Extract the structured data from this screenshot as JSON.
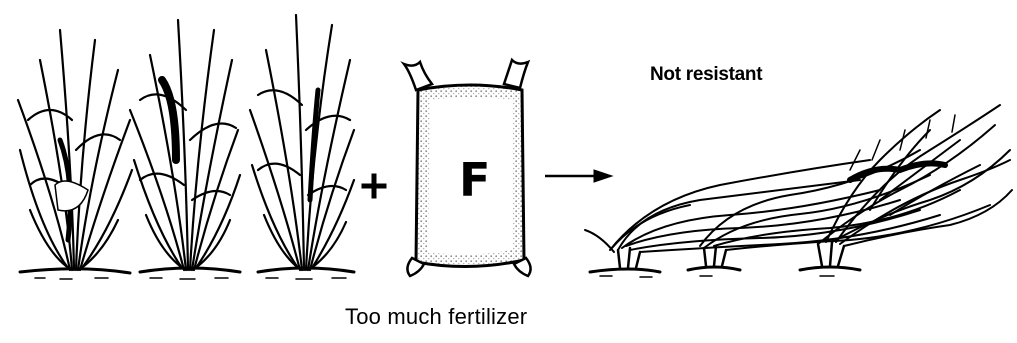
{
  "labels": {
    "top": "Not resistant",
    "bottom": "Too much fertilizer",
    "bag_letter": "F",
    "plus": "+"
  },
  "colors": {
    "ink": "#000000",
    "background": "#ffffff",
    "stipple": "#9a9a9a"
  },
  "icons": {
    "upright_plants": "rice-plant-icon",
    "bag": "fertilizer-bag-icon",
    "arrow": "arrow-right-icon",
    "lodged_plants": "lodged-rice-plants-icon"
  }
}
